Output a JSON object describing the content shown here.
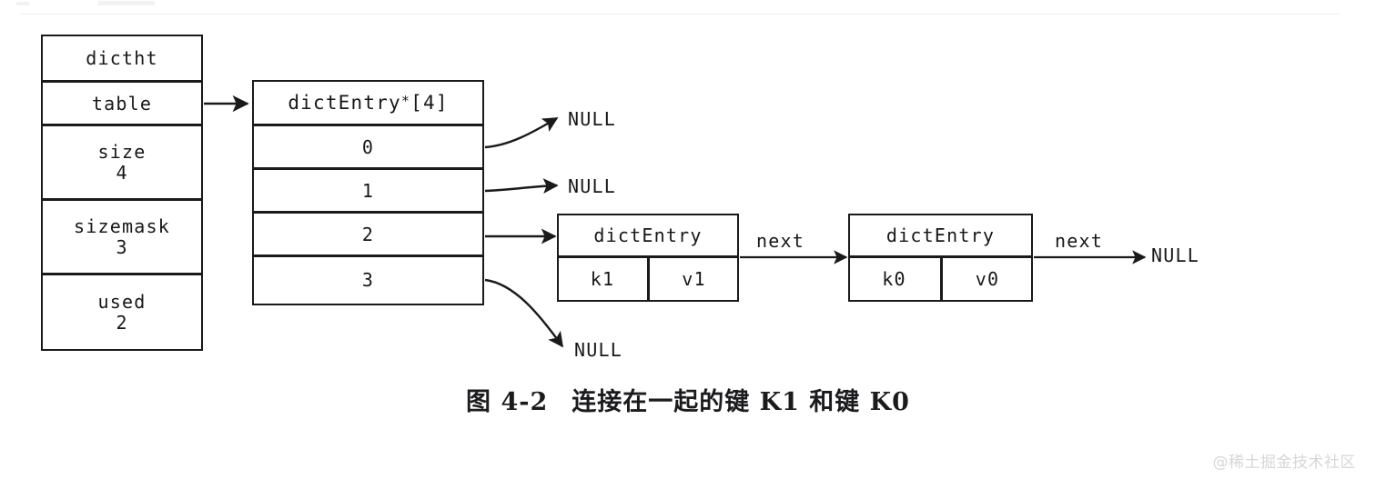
{
  "diagram": {
    "dictht": {
      "title": "dictht",
      "fields": [
        {
          "name": "table",
          "value": ""
        },
        {
          "name": "size",
          "value": "4"
        },
        {
          "name": "sizemask",
          "value": "3"
        },
        {
          "name": "used",
          "value": "2"
        }
      ]
    },
    "bucket_array": {
      "header_type": "dictEntry",
      "header_pointer": "*",
      "header_size": "[4]",
      "indices": [
        "0",
        "1",
        "2",
        "3"
      ]
    },
    "entries": [
      {
        "title": "dictEntry",
        "key": "k1",
        "value": "v1"
      },
      {
        "title": "dictEntry",
        "key": "k0",
        "value": "v0"
      }
    ],
    "labels": {
      "null_bucket0": "NULL",
      "null_bucket1": "NULL",
      "null_bucket3": "NULL",
      "null_tail": "NULL",
      "next_1": "next",
      "next_2": "next"
    },
    "colors": {
      "stroke": "#1a1a1a",
      "text": "#17171a",
      "background": "#ffffff",
      "watermark": "#d6d6d8"
    }
  },
  "caption": {
    "figure_number": "图 4-2",
    "text": "连接在一起的键 K1 和键 K0"
  },
  "watermark": {
    "text": "@稀土掘金技术社区"
  }
}
